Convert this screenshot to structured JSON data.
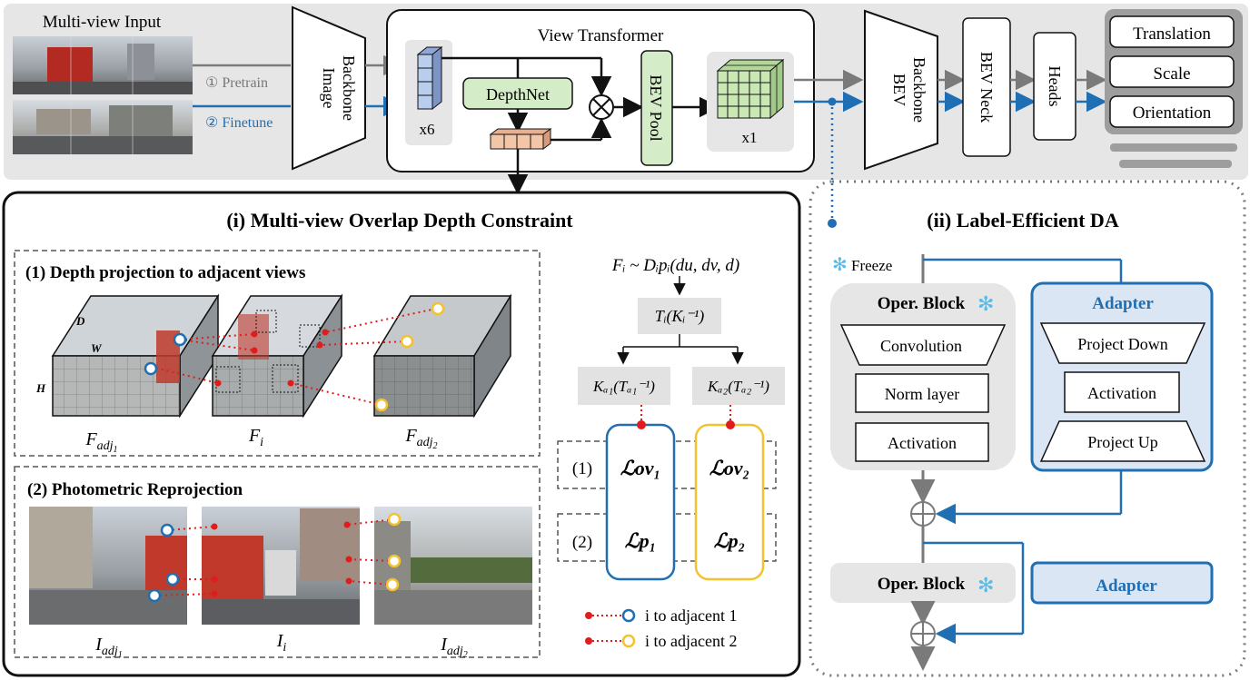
{
  "top": {
    "input_label": "Multi-view Input",
    "pretrain": "① Pretrain",
    "finetune": "② Finetune",
    "image_backbone": [
      "Image",
      "Backbone"
    ],
    "view_transformer": "View Transformer",
    "x6": "x6",
    "depthnet": "DepthNet",
    "bev_pool": "BEV Pool",
    "x1": "x1",
    "bev_backbone": [
      "BEV",
      "Backbone"
    ],
    "bev_neck": "BEV Neck",
    "heads": "Heads",
    "outputs": [
      "Translation",
      "Scale",
      "Orientation"
    ]
  },
  "left_panel": {
    "title": "(i) Multi-view Overlap Depth Constraint",
    "sub1": "(1) Depth projection to adjacent views",
    "sub2": "(2) Photometric Reprojection",
    "axis_D": "D",
    "axis_W": "W",
    "axis_H": "H",
    "f_adj1": "F",
    "f_adj1_sub": "adj",
    "f_adj1_sub2": "1",
    "f_i": "F",
    "f_i_sub": "i",
    "f_adj2": "F",
    "f_adj2_sub": "adj",
    "f_adj2_sub2": "2",
    "i_adj1": "I",
    "i_adj1_sub": "adj",
    "i_adj1_sub2": "1",
    "i_i": "I",
    "i_i_sub": "i",
    "i_adj2": "I",
    "i_adj2_sub": "adj",
    "i_adj2_sub2": "2",
    "eq_top": "Fᵢ ~ Dᵢpᵢ(du, dv, d)",
    "eq_t": "Tᵢ(Kᵢ⁻¹)",
    "eq_ka1": "Kₐ₁(Tₐ₁⁻¹)",
    "eq_ka2": "Kₐ₂(Tₐ₂⁻¹)",
    "row1": "(1)",
    "row2": "(2)",
    "l_ov1": "ℒov₁",
    "l_ov2": "ℒov₂",
    "l_p1": "ℒp₁",
    "l_p2": "ℒp₂",
    "legend1": "i to adjacent 1",
    "legend2": "i to adjacent 2"
  },
  "right_panel": {
    "title": "(ii) Label-Efficient DA",
    "freeze": "Freeze",
    "oper_block": "Oper. Block",
    "convolution": "Convolution",
    "norm_layer": "Norm layer",
    "activation": "Activation",
    "adapter": "Adapter",
    "project_down": "Project Down",
    "adapter_activation": "Activation",
    "project_up": "Project Up",
    "oper_block2": "Oper. Block",
    "adapter2": "Adapter"
  },
  "colors": {
    "blue": "#1f6fb2",
    "gray_line": "#7a7a7a",
    "band": "#e6e6e6",
    "depthnet_green": "#d5ecc8",
    "cube_blue": "#b9cdee",
    "cube_orange": "#f4c6a8",
    "cube_green": "#c9e8b4",
    "adapter_fill": "#dbe6f5",
    "red_dot": "#e01c1c",
    "yellow": "#f2c230",
    "freeze_star": "#5bbbe8"
  }
}
